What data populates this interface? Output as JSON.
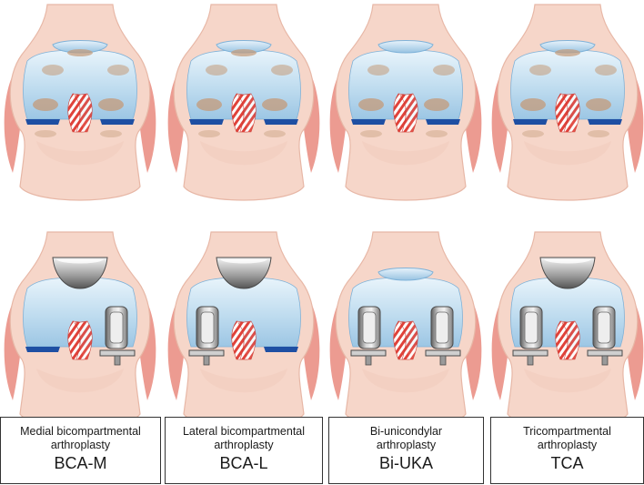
{
  "colors": {
    "femur_skin": "#f6d6c9",
    "femur_outline": "#e7b7a6",
    "side_fat": "#e98a7e",
    "cartilage": "#c8e2f2",
    "cartilage_edge": "#7fb2d8",
    "meniscus": "#1e4fa3",
    "ligament_red": "#e0423a",
    "ligament_white": "#ffffff",
    "wear": "#c49a78",
    "metal_dark": "#6e6e6e",
    "metal_mid": "#a9a9a9",
    "metal_light": "#e4e4e4"
  },
  "columns": [
    {
      "name_line1": "Medial bicompartmental",
      "name_line2": "arthroplasty",
      "abbreviation": "BCA-M",
      "top_patella": "worn",
      "top_medial": "worn",
      "top_lateral": "worn",
      "bottom_patella": "metal",
      "bottom_medial": "meniscus",
      "bottom_lateral": "implant"
    },
    {
      "name_line1": "Lateral bicompartmental",
      "name_line2": "arthroplasty",
      "abbreviation": "BCA-L",
      "top_patella": "worn",
      "top_medial": "worn",
      "top_lateral": "worn",
      "bottom_patella": "metal",
      "bottom_medial": "implant",
      "bottom_lateral": "meniscus"
    },
    {
      "name_line1": "Bi-unicondylar",
      "name_line2": "arthroplasty",
      "abbreviation": "Bi-UKA",
      "top_patella": "normal",
      "top_medial": "worn",
      "top_lateral": "worn",
      "bottom_patella": "normal",
      "bottom_medial": "implant",
      "bottom_lateral": "implant"
    },
    {
      "name_line1": "Tricompartmental",
      "name_line2": "arthroplasty",
      "abbreviation": "TCA",
      "top_patella": "worn",
      "top_medial": "worn",
      "top_lateral": "worn",
      "bottom_patella": "metal",
      "bottom_medial": "implant",
      "bottom_lateral": "implant"
    }
  ]
}
